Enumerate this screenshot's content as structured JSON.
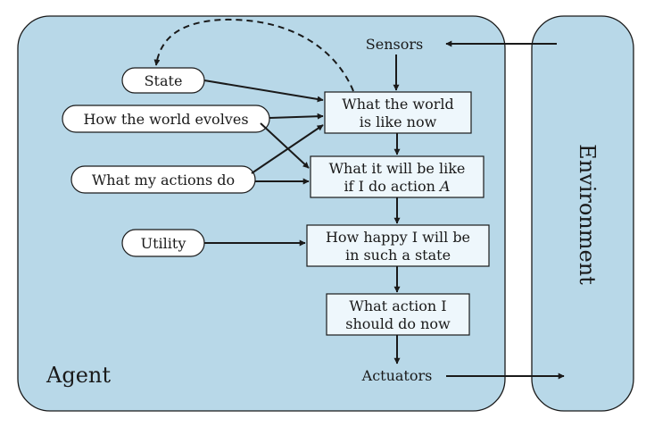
{
  "agent": {
    "label": "Agent"
  },
  "environment": {
    "label": "Environment"
  },
  "io": {
    "sensors": "Sensors",
    "actuators": "Actuators"
  },
  "ovals": {
    "state": "State",
    "world_evolves": "How the world evolves",
    "actions_do": "What my actions do",
    "utility": "Utility"
  },
  "boxes": {
    "world_now": [
      "What the world",
      "is like now"
    ],
    "will_be_like": [
      "What it will be like",
      "if I do action ",
      "A"
    ],
    "how_happy": [
      "How happy I will be",
      "in such a state"
    ],
    "what_action": [
      "What action I",
      "should do now"
    ]
  },
  "colors": {
    "panel_fill": "#b8d8e8",
    "box_fill": "#eef7fc",
    "stroke": "#1a1a1a"
  }
}
